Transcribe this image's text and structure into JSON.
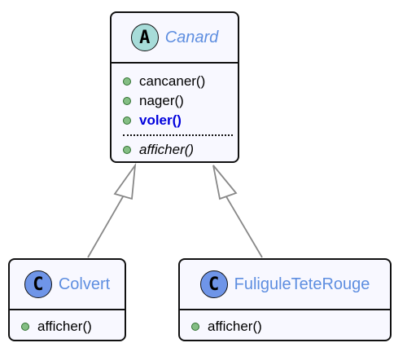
{
  "diagram": {
    "classes": {
      "canard": {
        "stereotype": "A",
        "name": "Canard",
        "members": [
          "cancaner()",
          "nager()",
          "voler()"
        ],
        "abstract_members": [
          "afficher()"
        ]
      },
      "colvert": {
        "stereotype": "C",
        "name": "Colvert",
        "members": [
          "afficher()"
        ]
      },
      "fuligule": {
        "stereotype": "C",
        "name": "FuliguleTeteRouge",
        "members": [
          "afficher()"
        ]
      }
    },
    "relations": [
      {
        "type": "inheritance",
        "from": "Colvert",
        "to": "Canard"
      },
      {
        "type": "inheritance",
        "from": "FuliguleTeteRouge",
        "to": "Canard"
      }
    ]
  },
  "colors": {
    "class_name": "#5e8ee0",
    "abstract_badge": "#a7dcd9",
    "concrete_badge": "#6f95e8",
    "member_dot": "#84be84",
    "highlight_text": "#0000dd",
    "edge": "#888888",
    "box_background": "#f8f8ff"
  }
}
